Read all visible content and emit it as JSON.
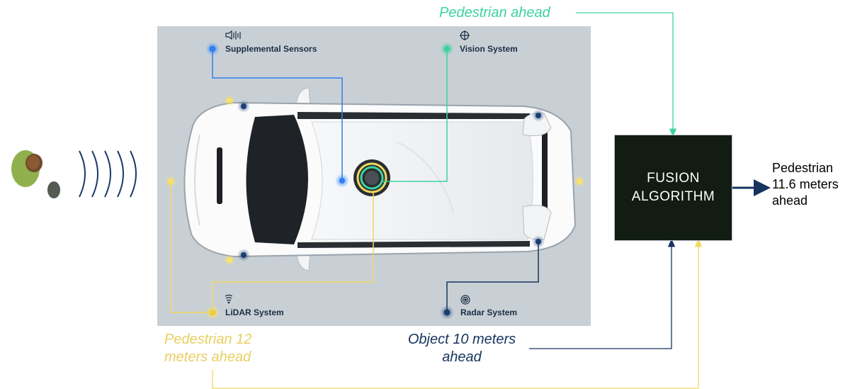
{
  "sensors": {
    "supplemental": "Supplemental Sensors",
    "vision": "Vision System",
    "lidar": "LiDAR System",
    "radar": "Radar System"
  },
  "messages": {
    "vision": "Pedestrian ahead",
    "lidar": "Pedestrian 12 meters ahead",
    "radar": "Object 10 meters ahead"
  },
  "fusion": {
    "label": "FUSION ALGORITHM",
    "output": "Pedestrian 11.6 meters ahead"
  },
  "colors": {
    "vision": "#3cd3a0",
    "lidar": "#f0d860",
    "radar": "#16345e",
    "supplemental": "#2f7ff0",
    "panel": "#c9d0d5",
    "fusion_box": "#121c12"
  },
  "icons": {
    "supplemental": "speaker-wave-icon",
    "vision": "crosshair-globe-icon",
    "lidar": "signal-wave-icon",
    "radar": "radar-target-icon"
  }
}
